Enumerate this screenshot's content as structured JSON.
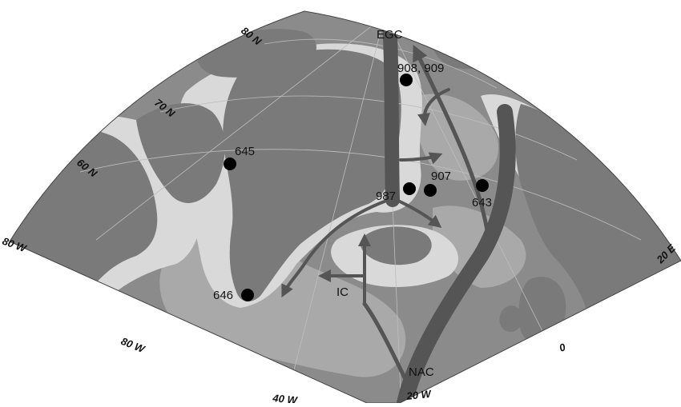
{
  "map": {
    "colors": {
      "ocean_deep": "#8b8b8b",
      "ocean_mid": "#a9a9a9",
      "shelf": "#d9d9d9",
      "land": "#7a7a7a",
      "current": "#555555",
      "marker": "#000000"
    },
    "latitude_labels": [
      "80 N",
      "70 N",
      "60 N"
    ],
    "longitude_labels": [
      "80 W",
      "80 W",
      "40 W",
      "20 W",
      "0",
      "20 E"
    ],
    "currents": [
      {
        "id": "egc",
        "label": "EGC"
      },
      {
        "id": "ic",
        "label": "IC"
      },
      {
        "id": "nac",
        "label": "NAC"
      }
    ],
    "sites": [
      {
        "id": "908-909",
        "label": "908, 909"
      },
      {
        "id": "645",
        "label": "645"
      },
      {
        "id": "907",
        "label": "907"
      },
      {
        "id": "987",
        "label": "987"
      },
      {
        "id": "643",
        "label": "643"
      },
      {
        "id": "646",
        "label": "646"
      }
    ]
  }
}
